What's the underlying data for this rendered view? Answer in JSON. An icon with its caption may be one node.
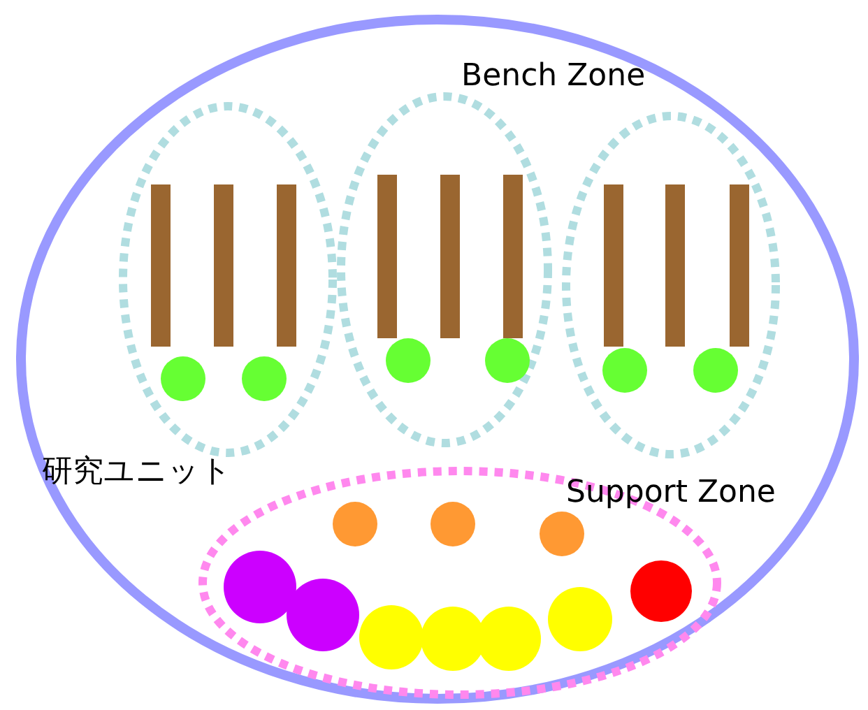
{
  "diagram": {
    "nodes": [
      {
        "text": [
          "研究ユニット"
        ]
      },
      {
        "text": [],
        "shape": "ellipse",
        "in": 0
      },
      {
        "text": [],
        "shape": "bar",
        "in": 1
      },
      {
        "text": [],
        "shape": "bar",
        "in": 1
      },
      {
        "text": [],
        "shape": "bar",
        "in": 1
      },
      {
        "text": [],
        "shape": "circle",
        "in": 1
      },
      {
        "text": [],
        "shape": "circle",
        "in": 1
      },
      {
        "text": [],
        "shape": "ellipse",
        "in": 0
      },
      {
        "text": [],
        "shape": "bar",
        "in": 7
      },
      {
        "text": [],
        "shape": "bar",
        "in": 7
      },
      {
        "text": [],
        "shape": "bar",
        "in": 7
      },
      {
        "text": [],
        "shape": "circle",
        "in": 7
      },
      {
        "text": [],
        "shape": "circle",
        "in": 7
      },
      {
        "text": [],
        "shape": "ellipse",
        "in": 0
      },
      {
        "text": [],
        "shape": "bar",
        "in": 13
      },
      {
        "text": [],
        "shape": "bar",
        "in": 13
      },
      {
        "text": [],
        "shape": "bar",
        "in": 13
      },
      {
        "text": [],
        "shape": "circle",
        "in": 13
      },
      {
        "text": [],
        "shape": "circle",
        "in": 13
      },
      {
        "text": [
          "Support Zone"
        ],
        "in": 0
      },
      {
        "text": [],
        "shape": "circle",
        "in": 19
      },
      {
        "text": [],
        "shape": "circle",
        "in": 19
      },
      {
        "text": [],
        "shape": "circle",
        "in": 19
      },
      {
        "text": [],
        "shape": "circle",
        "in": 19
      },
      {
        "text": [],
        "shape": "circle",
        "in": 19
      },
      {
        "text": [],
        "shape": "circle",
        "in": 19
      },
      {
        "text": [],
        "shape": "circle",
        "in": 19
      },
      {
        "text": [],
        "shape": "circle",
        "in": 19
      },
      {
        "text": [],
        "shape": "circle",
        "in": 19
      },
      {
        "text": [],
        "shape": "circle",
        "in": 19
      }
    ],
    "labels": [
      "Bench Zone"
    ]
  }
}
